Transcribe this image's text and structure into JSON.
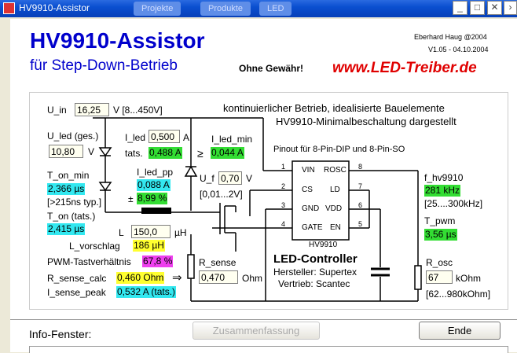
{
  "window": {
    "title": "HV9910-Assistor"
  },
  "taskbar_ghost_tabs": [
    "Projekte",
    "Produkte",
    "LED"
  ],
  "header": {
    "title": "HV9910-Assistor",
    "subtitle": "für Step-Down-Betrieb",
    "author": "Eberhard Haug @2004",
    "version": "V1.05 - 04.10.2004",
    "disclaimer": "Ohne Gewähr!",
    "url": "www.LED-Treiber.de"
  },
  "notes": {
    "line1": "kontinuierlicher Betrieb, idealisierte Bauelemente",
    "line2": "HV9910-Minimalbeschaltung dargestellt",
    "pinout": "Pinout für 8-Pin-DIP und 8-Pin-SO"
  },
  "fields": {
    "u_in": {
      "label": "U_in",
      "value": "16,25",
      "unit": "V [8...450V]"
    },
    "u_led": {
      "label": "U_led (ges.)",
      "value": "10,80",
      "unit": "V"
    },
    "i_led": {
      "label": "I_led",
      "value": "0,500",
      "unit": "A",
      "tats_label": "tats.",
      "tats_value": "0,488 A"
    },
    "i_led_min": {
      "label": "I_led_min",
      "value": "0,044 A",
      "ge": "≥"
    },
    "i_led_pp": {
      "label": "I_led_pp",
      "value": "0,088 A",
      "pct_prefix": "±",
      "pct": "8,99 %"
    },
    "u_f": {
      "label": "U_f",
      "value": "0,70",
      "unit": "V",
      "range": "[0,01...2V]"
    },
    "t_on_min": {
      "label": "T_on_min",
      "value": "2,366 µs",
      "note": "[>215ns typ.]"
    },
    "t_on": {
      "label": "T_on (tats.)",
      "value": "2,415 µs"
    },
    "l": {
      "label": "L",
      "value": "150,0",
      "unit": "µH"
    },
    "l_vorschlag": {
      "label": "L_vorschlag",
      "value": "186 µH"
    },
    "pwm": {
      "label": "PWM-Tastverhältnis",
      "value": "67,8 %"
    },
    "r_sense": {
      "label": "R_sense",
      "value": "0,470",
      "unit": "Ohm"
    },
    "r_sense_calc": {
      "label": "R_sense_calc",
      "value": "0,460 Ohm",
      "arrow": "⇒"
    },
    "i_sense_peak": {
      "label": "I_sense_peak",
      "value": "0,532 A (tats.)"
    },
    "f_hv9910": {
      "label": "f_hv9910",
      "value": "281 kHz",
      "range": "[25....300kHz]"
    },
    "t_pwm": {
      "label": "T_pwm",
      "value": "3,56 µs"
    },
    "r_osc": {
      "label": "R_osc",
      "value": "67",
      "unit": "kOhm",
      "range": "[62...980kOhm]"
    }
  },
  "chip": {
    "pins_left": [
      "VIN",
      "CS",
      "GND",
      "GATE"
    ],
    "pins_right": [
      "ROSC",
      "LD",
      "VDD",
      "EN"
    ],
    "nums_left": [
      "1",
      "2",
      "3",
      "4"
    ],
    "nums_right": [
      "8",
      "7",
      "6",
      "5"
    ],
    "name": "HV9910",
    "title": "LED-Controller",
    "maker": "Hersteller: Supertex",
    "vertrieb": "Vertrieb: Scantec"
  },
  "footer": {
    "info_label": "Info-Fenster:",
    "summary_button": "Zusammenfassung",
    "end_button": "Ende"
  },
  "colors": {
    "title_blue": "#0000cc",
    "url_red": "#e00000",
    "green": "#33dd33",
    "cyan": "#33e8f0",
    "yellow": "#ffff30",
    "magenta": "#ee40ee"
  }
}
